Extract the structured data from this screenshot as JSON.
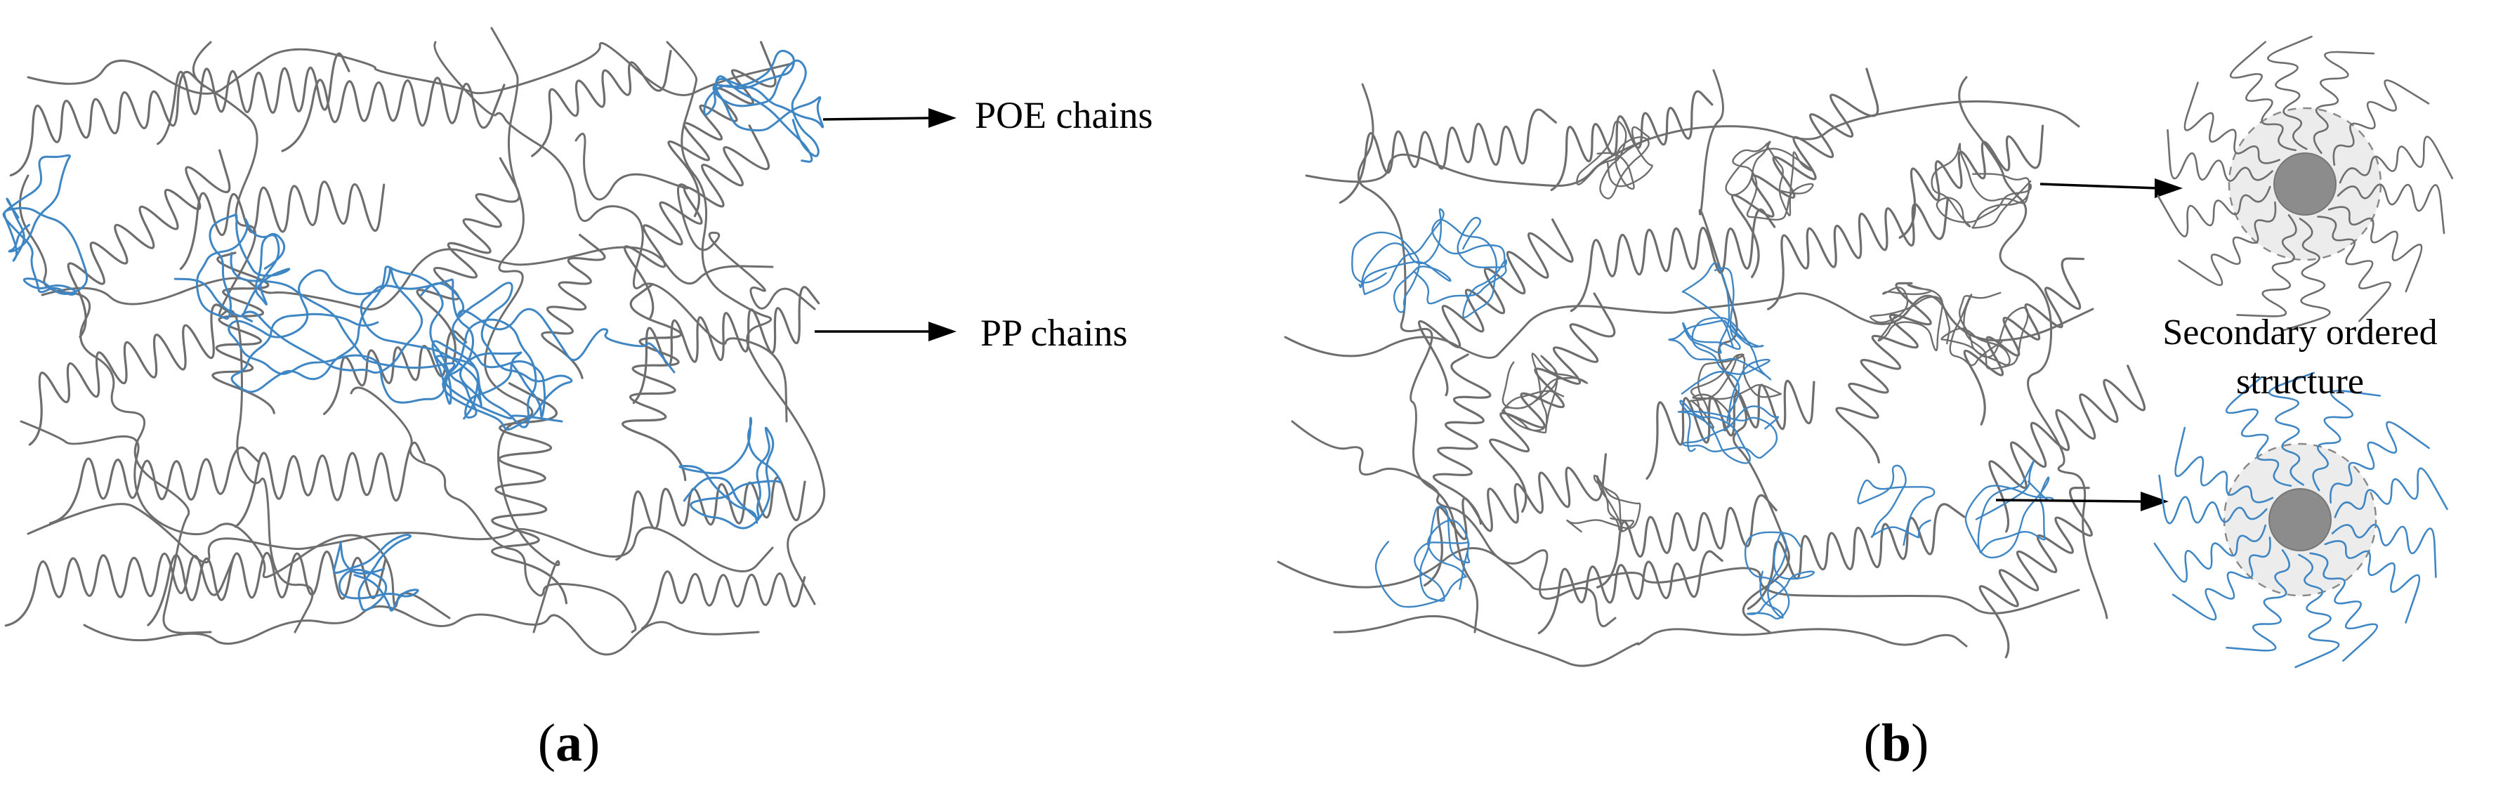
{
  "panel_a": {
    "letter": "a",
    "labels": {
      "poe_chains": "POE chains",
      "pp_chains": "PP chains"
    }
  },
  "panel_b": {
    "letter": "b",
    "labels": {
      "secondary_line1": "Secondary ordered",
      "secondary_line2": "structure"
    }
  },
  "colors": {
    "pp_chain": "#6e6e6e",
    "poe_chain": "#3f86c4",
    "arrow": "#000000",
    "halo_fill": "#ececec",
    "halo_stroke": "#8a8a8a",
    "core": "#8c8c8c"
  }
}
